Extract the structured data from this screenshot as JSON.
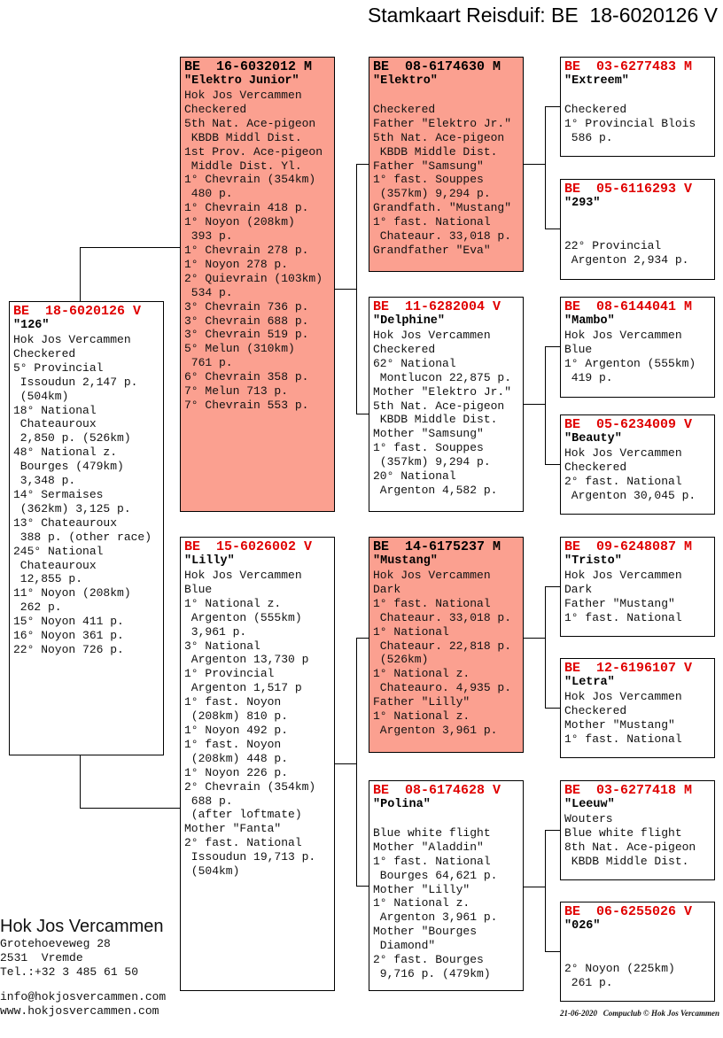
{
  "title": "Stamkaart Reisduif: BE  18-6020126 V",
  "pigeons": [
    {
      "id": "subject",
      "sex": "V",
      "ring": "BE  18-6020126 V",
      "name": "\"126\"",
      "lines": [
        "Hok Jos Vercammen",
        "Checkered",
        "5° Provincial",
        " Issoudun 2,147 p.",
        " (504km)",
        "18° National",
        " Chateauroux",
        " 2,850 p. (526km)",
        "48° National z.",
        " Bourges (479km)",
        " 3,348 p.",
        "14° Sermaises",
        " (362km) 3,125 p.",
        "13° Chateauroux",
        " 388 p. (other race)",
        "245° National",
        " Chateauroux",
        " 12,855 p.",
        "11° Noyon (208km)",
        " 262 p.",
        "15° Noyon 411 p.",
        "16° Noyon 361 p.",
        "22° Noyon 726 p."
      ]
    },
    {
      "id": "father",
      "sex": "M",
      "ring": "BE  16-6032012 M",
      "name": "\"Elektro Junior\"",
      "lines": [
        "Hok Jos Vercammen",
        "Checkered",
        "5th Nat. Ace-pigeon",
        " KBDB Middl Dist.",
        "1st Prov. Ace-pigeon",
        " Middle Dist. Yl.",
        "1° Chevrain (354km)",
        " 480 p.",
        "1° Chevrain 418 p.",
        "1° Noyon (208km)",
        " 393 p.",
        "1° Chevrain 278 p.",
        "1° Noyon 278 p.",
        "2° Quievrain (103km)",
        " 534 p.",
        "3° Chevrain 736 p.",
        "3° Chevrain 688 p.",
        "3° Chevrain 519 p.",
        "5° Melun (310km)",
        " 761 p.",
        "6° Chevrain 358 p.",
        "7° Melun 713 p.",
        "7° Chevrain 553 p."
      ]
    },
    {
      "id": "mother",
      "sex": "V",
      "ring": "BE  15-6026002 V",
      "name": "\"Lilly\"",
      "lines": [
        "Hok Jos Vercammen",
        "Blue",
        "1° National z.",
        " Argenton (555km)",
        " 3,961 p.",
        "3° National",
        " Argenton 13,730 p",
        "1° Provincial",
        " Argenton 1,517 p",
        "1° fast. Noyon",
        " (208km) 810 p.",
        "1° Noyon 492 p.",
        "1° fast. Noyon",
        " (208km) 448 p.",
        "1° Noyon 226 p.",
        "2° Chevrain (354km)",
        " 688 p.",
        " (after loftmate)",
        "Mother \"Fanta\"",
        "2° fast. National",
        " Issoudun 19,713 p.",
        " (504km)"
      ]
    },
    {
      "id": "ff",
      "sex": "M",
      "ring": "BE  08-6174630 M",
      "name": "\"Elektro\"",
      "lines": [
        "",
        "Checkered",
        "Father \"Elektro Jr.\"",
        "5th Nat. Ace-pigeon",
        " KBDB Middle Dist.",
        "Father \"Samsung\"",
        "1° fast. Souppes",
        " (357km) 9,294 p.",
        "Grandfath. \"Mustang\"",
        "1° fast. National",
        " Chateaur. 33,018 p.",
        "Grandfather \"Eva\""
      ]
    },
    {
      "id": "fm",
      "sex": "V",
      "ring": "BE  11-6282004 V",
      "name": "\"Delphine\"",
      "lines": [
        "Hok Jos Vercammen",
        "Checkered",
        "62° National",
        " Montlucon 22,875 p.",
        "Mother \"Elektro Jr.\"",
        "5th Nat. Ace-pigeon",
        " KBDB Middle Dist.",
        "Mother \"Samsung\"",
        "1° fast. Souppes",
        " (357km) 9,294 p.",
        "20° National",
        " Argenton 4,582 p."
      ]
    },
    {
      "id": "mf",
      "sex": "M",
      "ring": "BE  14-6175237 M",
      "name": "\"Mustang\"",
      "lines": [
        "Hok Jos Vercammen",
        "Dark",
        "1° fast. National",
        " Chateaur. 33,018 p.",
        "1° National",
        " Chateaur. 22,818 p.",
        " (526km)",
        "1° National z.",
        " Chateauro. 4,935 p.",
        "Father \"Lilly\"",
        "1° National z.",
        " Argenton 3,961 p."
      ]
    },
    {
      "id": "mm",
      "sex": "V",
      "ring": "BE  08-6174628 V",
      "name": "\"Polina\"",
      "lines": [
        "",
        "Blue white flight",
        "Mother \"Aladdin\"",
        "1° fast. National",
        " Bourges 64,621 p.",
        "Mother \"Lilly\"",
        "1° National z.",
        " Argenton 3,961 p.",
        "Mother \"Bourges",
        " Diamond\"",
        "2° fast. Bourges",
        " 9,716 p. (479km)"
      ]
    },
    {
      "id": "fff",
      "sex": "M",
      "ring": "BE  03-6277483 M",
      "name": "\"Extreem\"",
      "lines": [
        "",
        "Checkered",
        "1° Provincial Blois",
        " 586 p."
      ]
    },
    {
      "id": "ffm",
      "sex": "V",
      "ring": "BE  05-6116293 V",
      "name": "\"293\"",
      "lines": [
        "",
        "",
        "22° Provincial",
        " Argenton 2,934 p."
      ]
    },
    {
      "id": "fmf",
      "sex": "M",
      "ring": "BE  08-6144041 M",
      "name": "\"Mambo\"",
      "lines": [
        "Hok Jos Vercammen",
        "Blue",
        "1° Argenton (555km)",
        " 419 p."
      ]
    },
    {
      "id": "fmm",
      "sex": "V",
      "ring": "BE  05-6234009 V",
      "name": "\"Beauty\"",
      "lines": [
        "Hok Jos Vercammen",
        "Checkered",
        "2° fast. National",
        " Argenton 30,045 p."
      ]
    },
    {
      "id": "mff",
      "sex": "M",
      "ring": "BE  09-6248087 M",
      "name": "\"Tristo\"",
      "lines": [
        "Hok Jos Vercammen",
        "Dark",
        "Father \"Mustang\"",
        "1° fast. National"
      ]
    },
    {
      "id": "mfm",
      "sex": "V",
      "ring": "BE  12-6196107 V",
      "name": "\"Letra\"",
      "lines": [
        "Hok Jos Vercammen",
        "Checkered",
        "Mother \"Mustang\"",
        "1° fast. National"
      ]
    },
    {
      "id": "mmf",
      "sex": "M",
      "ring": "BE  03-6277418 M",
      "name": "\"Leeuw\"",
      "lines": [
        "Wouters",
        "Blue white flight",
        "8th Nat. Ace-pigeon",
        " KBDB Middle Dist."
      ]
    },
    {
      "id": "mmm",
      "sex": "V",
      "ring": "BE  06-6255026 V",
      "name": "\"026\"",
      "lines": [
        "",
        "",
        "2° Noyon (225km)",
        " 261 p."
      ]
    }
  ],
  "owner": {
    "name": "Hok Jos Vercammen",
    "address": "Grotehoeveweg 28",
    "city": "2531  Vremde",
    "phone": "Tel.:+32 3 485 61 50",
    "email": "info@hokjosvercammen.com",
    "website": "www.hokjosvercammen.com"
  },
  "footer": "21-06-2020   Compuclub © Hok Jos Vercammen"
}
